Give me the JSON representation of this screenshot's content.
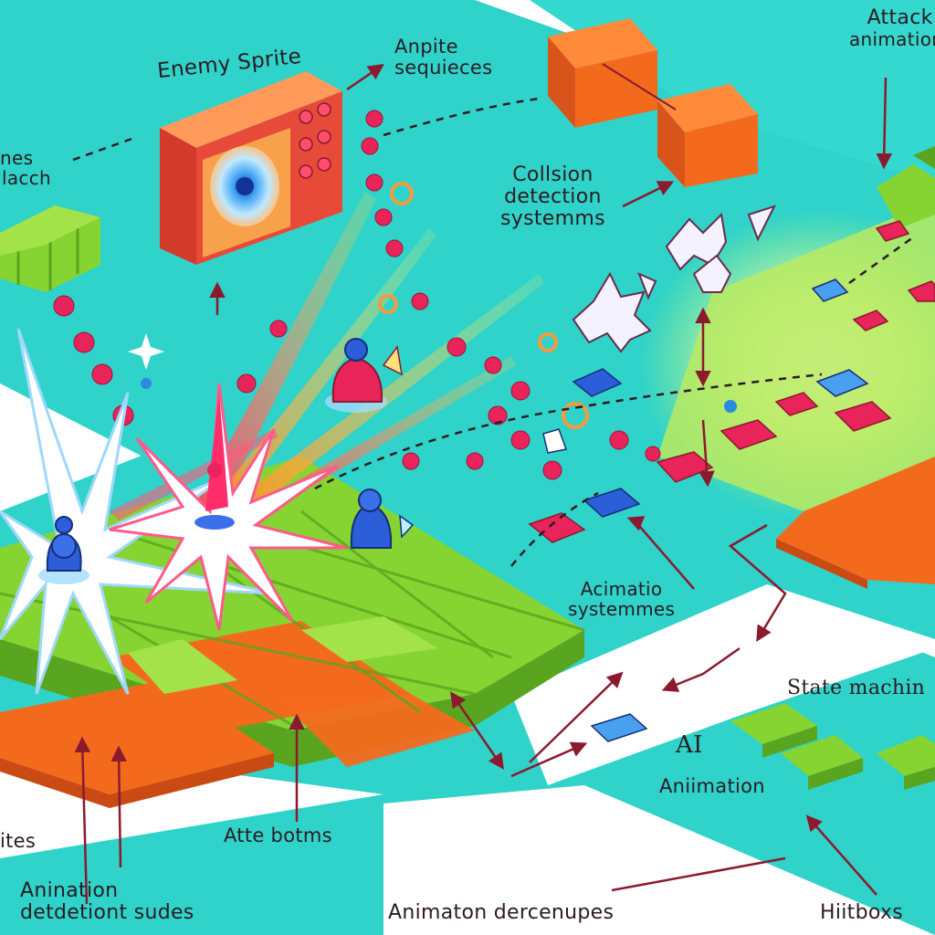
{
  "labels": {
    "enemy_sprite": "Enemy Sprite",
    "anpite_sequences": "Anpite sequieces",
    "attack_animation_line1": "Attack",
    "attack_animation_line2": "animation",
    "left_edge_line1": "nes",
    "left_edge_line2": "lacch",
    "collision_line1": "Collsion",
    "collision_line2": "detection",
    "collision_line3": "systemms",
    "acimatio_line1": "Acimatio",
    "acimatio_line2": "systemmes",
    "state_machine": "State machin",
    "ai": "AI",
    "aniimation": "Aniimation",
    "ites": "ites",
    "atte_botms": "Atte botms",
    "anination_detdetiont_line1": "Anination",
    "anination_detdetiont_line2": "detdetiont sudes",
    "animation_dercenupes": "Animaton dercenupes",
    "hiitboxs": "Hiitboxs"
  },
  "colors": {
    "teal": "#2fd3c9",
    "grass": "#86d431",
    "grass_dark": "#5aa51f",
    "orange": "#f46a1d",
    "orange_dark": "#c94a12",
    "crimson": "#e8245a",
    "blue": "#2b5ed8",
    "ink": "#2b1b22",
    "arrow": "#8b1a2e"
  }
}
